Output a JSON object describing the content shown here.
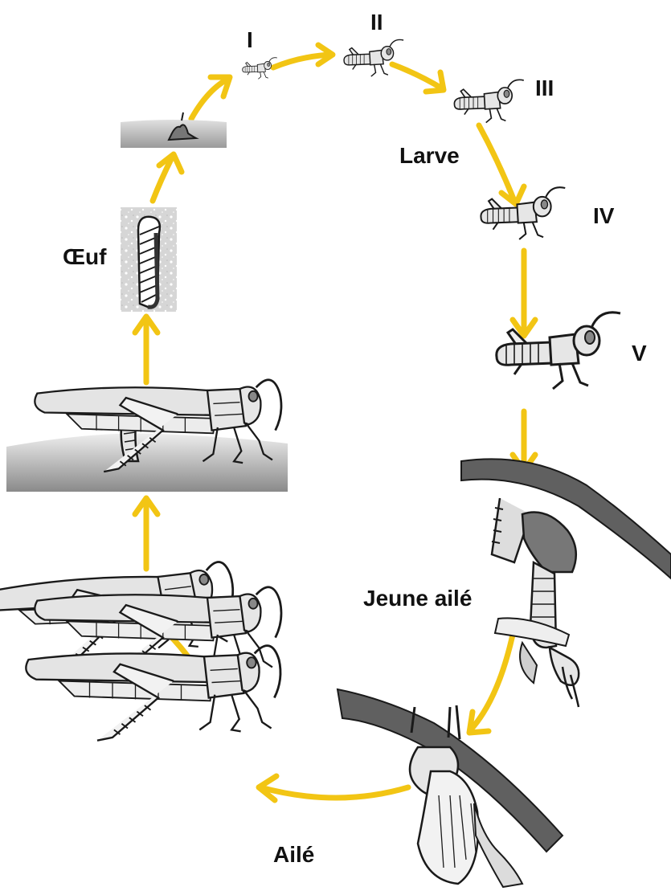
{
  "diagram": {
    "labels": {
      "stage1": "I",
      "stage2": "II",
      "stage3": "III",
      "stage4": "IV",
      "stage5": "V",
      "larva": "Larve",
      "egg": "Œuf",
      "young_winged": "Jeune ailé",
      "winged": "Ailé"
    },
    "colors": {
      "arrow": "#F2C514",
      "body_fill": "#e6e6e6",
      "outline": "#1a1a1a",
      "branch": "#606060",
      "ground_top": "#e8e8e8",
      "ground_bottom": "#8f8f8f"
    }
  }
}
